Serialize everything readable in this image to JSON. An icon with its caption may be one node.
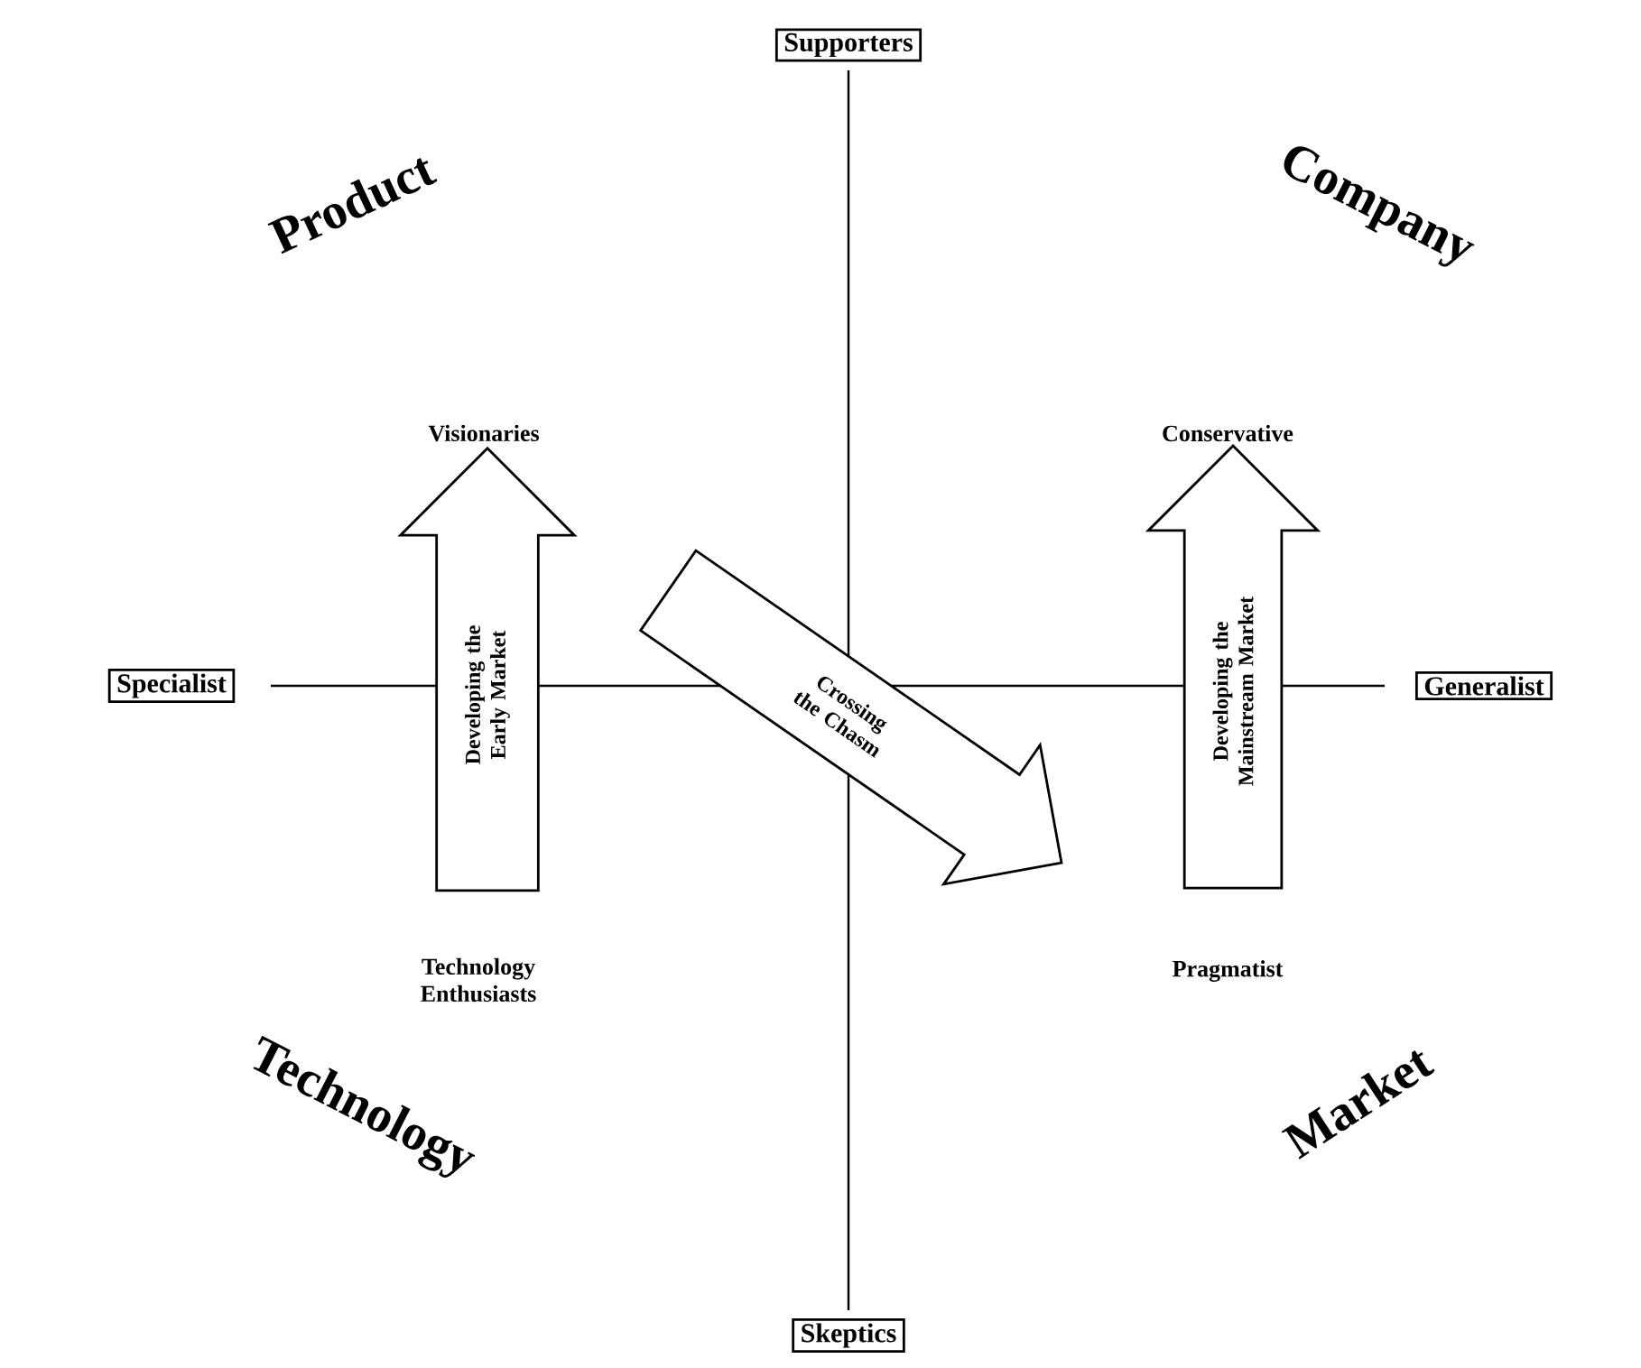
{
  "diagram": {
    "nodes": [
      {
        "text": [
          "Supporters"
        ]
      },
      {
        "text": [
          "Specialist"
        ]
      },
      {
        "text": [
          "Generalist"
        ]
      },
      {
        "text": [
          "Skeptics"
        ]
      },
      {
        "text": [
          "Developing the Early Market"
        ]
      },
      {
        "text": [
          "Crossing the Chasm"
        ]
      },
      {
        "text": [
          "Developing the Mainstream Market"
        ]
      }
    ],
    "labels": [
      "Product",
      "Company",
      "Visionaries",
      "Conservative",
      "Technology Enthusiasts",
      "Pragmatist",
      "Technology",
      "Market"
    ]
  }
}
